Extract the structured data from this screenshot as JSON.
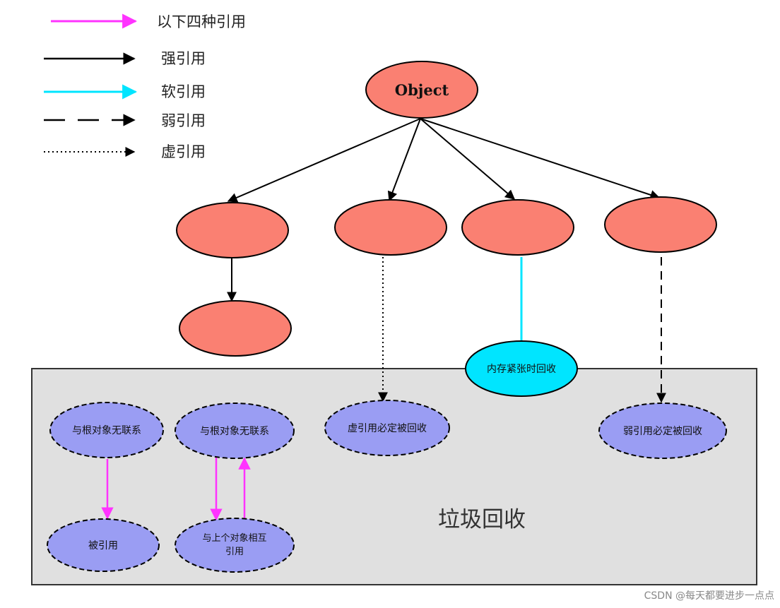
{
  "legend": [
    {
      "label": "以下四种引用",
      "style": "magenta-arrow",
      "color": "#ff33ff"
    },
    {
      "label": "强引用",
      "style": "solid-arrow",
      "color": "#000000"
    },
    {
      "label": "软引用",
      "style": "cyan-arrow",
      "color": "#00e5ff"
    },
    {
      "label": "弱引用",
      "style": "dashed-arrow",
      "color": "#000000"
    },
    {
      "label": "虚引用",
      "style": "dotted-arrow",
      "color": "#000000"
    }
  ],
  "root": {
    "label": "Object"
  },
  "nodes": {
    "mem_tight": "内存紧张时回收",
    "phantom_collected": "虚引用必定被回收",
    "weak_collected": "弱引用必定被回收",
    "no_root_a": "与根对象无联系",
    "no_root_b": "与根对象无联系",
    "referenced": "被引用",
    "mutual_line1": "与上个对象相互",
    "mutual_line2": "引用"
  },
  "gc_area": {
    "label": "垃圾回收"
  },
  "watermark": "CSDN @每天都要进步一点点",
  "colors": {
    "object_fill": "#fa8072",
    "gc_node_fill": "#9a9df3",
    "soft_node_fill": "#00e5ff",
    "gc_area_fill": "#e0e0e0",
    "magenta": "#ff33ff",
    "cyan": "#00e5ff"
  }
}
